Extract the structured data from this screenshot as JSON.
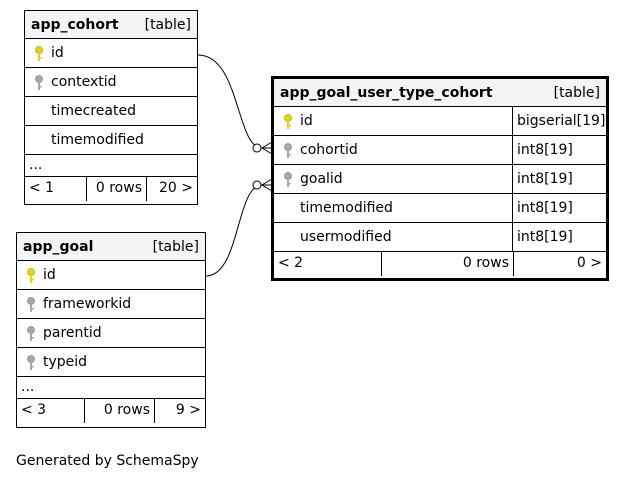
{
  "tables": {
    "app_cohort": {
      "name": "app_cohort",
      "type": "[table]",
      "columns": [
        {
          "name": "id",
          "key": "primary"
        },
        {
          "name": "contextid",
          "key": "foreign"
        },
        {
          "name": "timecreated",
          "key": "none"
        },
        {
          "name": "timemodified",
          "key": "none"
        }
      ],
      "ellipsis": "...",
      "footer": {
        "parents": "< 1",
        "rows": "0 rows",
        "children": "20 >"
      }
    },
    "app_goal": {
      "name": "app_goal",
      "type": "[table]",
      "columns": [
        {
          "name": "id",
          "key": "primary"
        },
        {
          "name": "frameworkid",
          "key": "foreign"
        },
        {
          "name": "parentid",
          "key": "foreign"
        },
        {
          "name": "typeid",
          "key": "foreign"
        }
      ],
      "ellipsis": "...",
      "footer": {
        "parents": "< 3",
        "rows": "0 rows",
        "children": "9 >"
      }
    },
    "app_goal_user_type_cohort": {
      "name": "app_goal_user_type_cohort",
      "type": "[table]",
      "columns": [
        {
          "name": "id",
          "key": "primary",
          "datatype": "bigserial[19]"
        },
        {
          "name": "cohortid",
          "key": "foreign",
          "datatype": "int8[19]"
        },
        {
          "name": "goalid",
          "key": "foreign",
          "datatype": "int8[19]"
        },
        {
          "name": "timemodified",
          "key": "none",
          "datatype": "int8[19]"
        },
        {
          "name": "usermodified",
          "key": "none",
          "datatype": "int8[19]"
        }
      ],
      "footer": {
        "parents": "< 2",
        "rows": "0 rows",
        "children": "0 >"
      }
    }
  },
  "colors": {
    "primary_key": "#e5d600",
    "foreign_key": "#a8a8a8",
    "header_bg": "#f4f4f4"
  },
  "caption": "Generated by SchemaSpy"
}
